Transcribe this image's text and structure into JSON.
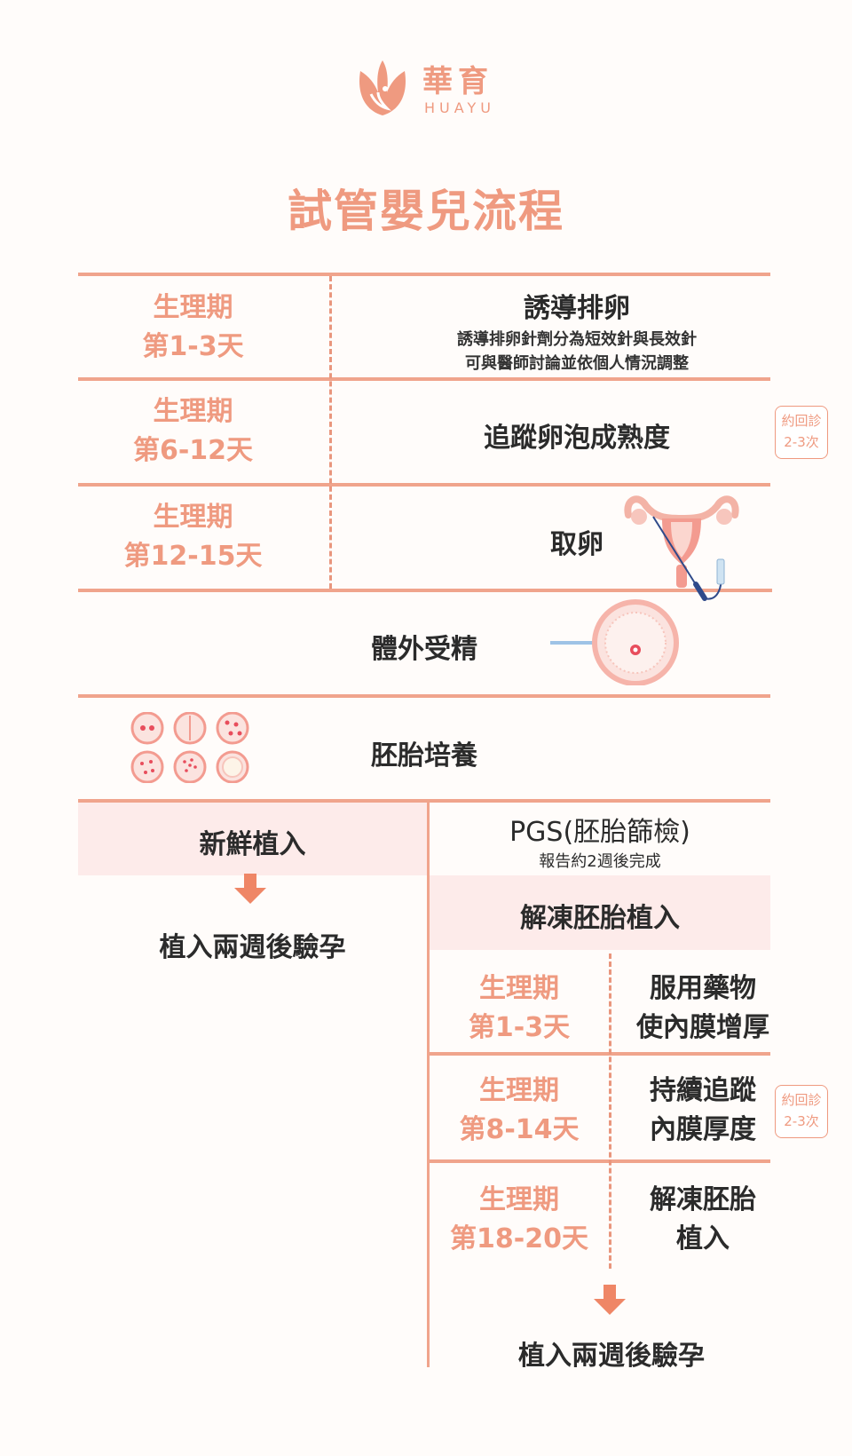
{
  "brand": {
    "name_zh": "華育",
    "name_en": "HUAYU"
  },
  "title": "試管嬰兒流程",
  "rows": [
    {
      "period_a": "生理期",
      "period_b": "第1-3天",
      "step": "誘導排卵",
      "note1": "誘導排卵針劑分為短效針與長效針",
      "note2": "可與醫師討論並依個人情況調整"
    },
    {
      "period_a": "生理期",
      "period_b": "第6-12天",
      "step": "追蹤卵泡成熟度"
    },
    {
      "period_a": "生理期",
      "period_b": "第12-15天",
      "step": "取卵"
    }
  ],
  "fertilization": "體外受精",
  "culture": "胚胎培養",
  "fresh": {
    "label": "新鮮植入",
    "result": "植入兩週後驗孕"
  },
  "pgs": {
    "title": "PGS(胚胎篩檢)",
    "note": "報告約2週後完成"
  },
  "frozen": {
    "label": "解凍胚胎植入",
    "rows": [
      {
        "period_a": "生理期",
        "period_b": "第1-3天",
        "step_a": "服用藥物",
        "step_b": "使內膜增厚"
      },
      {
        "period_a": "生理期",
        "period_b": "第8-14天",
        "step_a": "持續追蹤",
        "step_b": "內膜厚度"
      },
      {
        "period_a": "生理期",
        "period_b": "第18-20天",
        "step_a": "解凍胚胎",
        "step_b": "植入"
      }
    ],
    "result": "植入兩週後驗孕"
  },
  "badge": {
    "line1": "約回診",
    "line2": "2-3次"
  },
  "colors": {
    "accent": "#ef9a80",
    "pink_fill": "#fdebea",
    "line": "#f0a48c"
  },
  "icons": [
    "tulip-logo-icon",
    "uterus-icon",
    "egg-injection-icon",
    "embryo-icon",
    "down-arrow-icon"
  ]
}
